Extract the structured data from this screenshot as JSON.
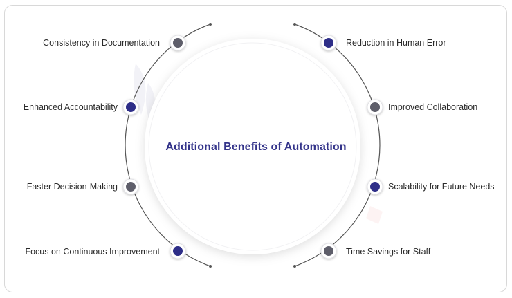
{
  "title": "Additional Benefits of Automation",
  "colors": {
    "accent": "#34348a",
    "node_dark": "#2e2e88",
    "node_gray": "#5e5e6a",
    "ring": "#555555"
  },
  "left_items": [
    {
      "label": "Consistency in Documentation",
      "node": "gray"
    },
    {
      "label": "Enhanced Accountability",
      "node": "dark"
    },
    {
      "label": "Faster Decision-Making",
      "node": "gray"
    },
    {
      "label": "Focus on Continuous Improvement",
      "node": "dark"
    }
  ],
  "right_items": [
    {
      "label": "Reduction in Human Error",
      "node": "dark"
    },
    {
      "label": "Improved Collaboration",
      "node": "gray"
    },
    {
      "label": "Scalability for Future Needs",
      "node": "dark"
    },
    {
      "label": "Time Savings for Staff",
      "node": "gray"
    }
  ]
}
